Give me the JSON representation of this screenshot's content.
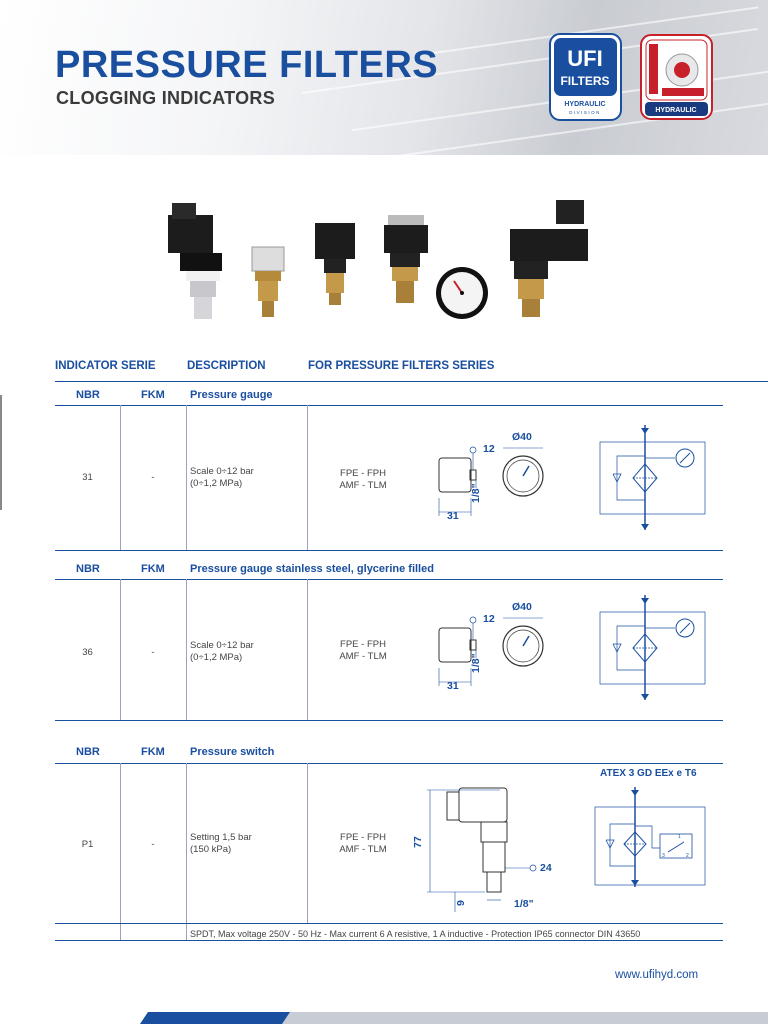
{
  "header": {
    "title": "PRESSURE FILTERS",
    "subtitle": "CLOGGING INDICATORS"
  },
  "logos": {
    "ufi_top": "UFI",
    "ufi_bottom": "FILTERS",
    "ufi_band": "HYDRAULIC",
    "ufi_division": "DIVISION",
    "sofima_band": "HYDRAULIC"
  },
  "columns": {
    "indicator_serie": "INDICATOR SERIE",
    "description": "DESCRIPTION",
    "for_series": "FOR PRESSURE FILTERS SERIES"
  },
  "sections": [
    {
      "nbr": "NBR",
      "fkm": "FKM",
      "title": "Pressure gauge",
      "code": "31",
      "fkm_value": "-",
      "desc1": "Scale 0÷12 bar",
      "desc2": "(0÷1,2 MPa)",
      "series1": "FPE - FPH",
      "series2": "AMF - TLM",
      "dims": {
        "dia": "Ø40",
        "hex": "12",
        "width": "31",
        "thread": "1/8\""
      }
    },
    {
      "nbr": "NBR",
      "fkm": "FKM",
      "title": "Pressure gauge stainless steel, glycerine filled",
      "code": "36",
      "fkm_value": "-",
      "desc1": "Scale 0÷12 bar",
      "desc2": "(0÷1,2 MPa)",
      "series1": "FPE - FPH",
      "series2": "AMF - TLM",
      "dims": {
        "dia": "Ø40",
        "hex": "12",
        "width": "31",
        "thread": "1/8\""
      }
    },
    {
      "nbr": "NBR",
      "fkm": "FKM",
      "title": "Pressure switch",
      "code": "P1",
      "fkm_value": "-",
      "desc1": "Setting 1,5 bar",
      "desc2": "(150 kPa)",
      "series1": "FPE - FPH",
      "series2": "AMF - TLM",
      "atex": "ATEX 3 GD EEx e T6",
      "dims": {
        "height": "77",
        "hex": "24",
        "base": "9",
        "thread": "1/8\""
      },
      "note": "SPDT, Max voltage 250V - 50 Hz - Max current 6 A resistive, 1 A inductive - Protection IP65 connector DIN 43650"
    }
  ],
  "footer": {
    "url": "www.ufihyd.com"
  },
  "colors": {
    "brand_blue": "#1a4fa0",
    "sofima_red": "#c8202a"
  }
}
